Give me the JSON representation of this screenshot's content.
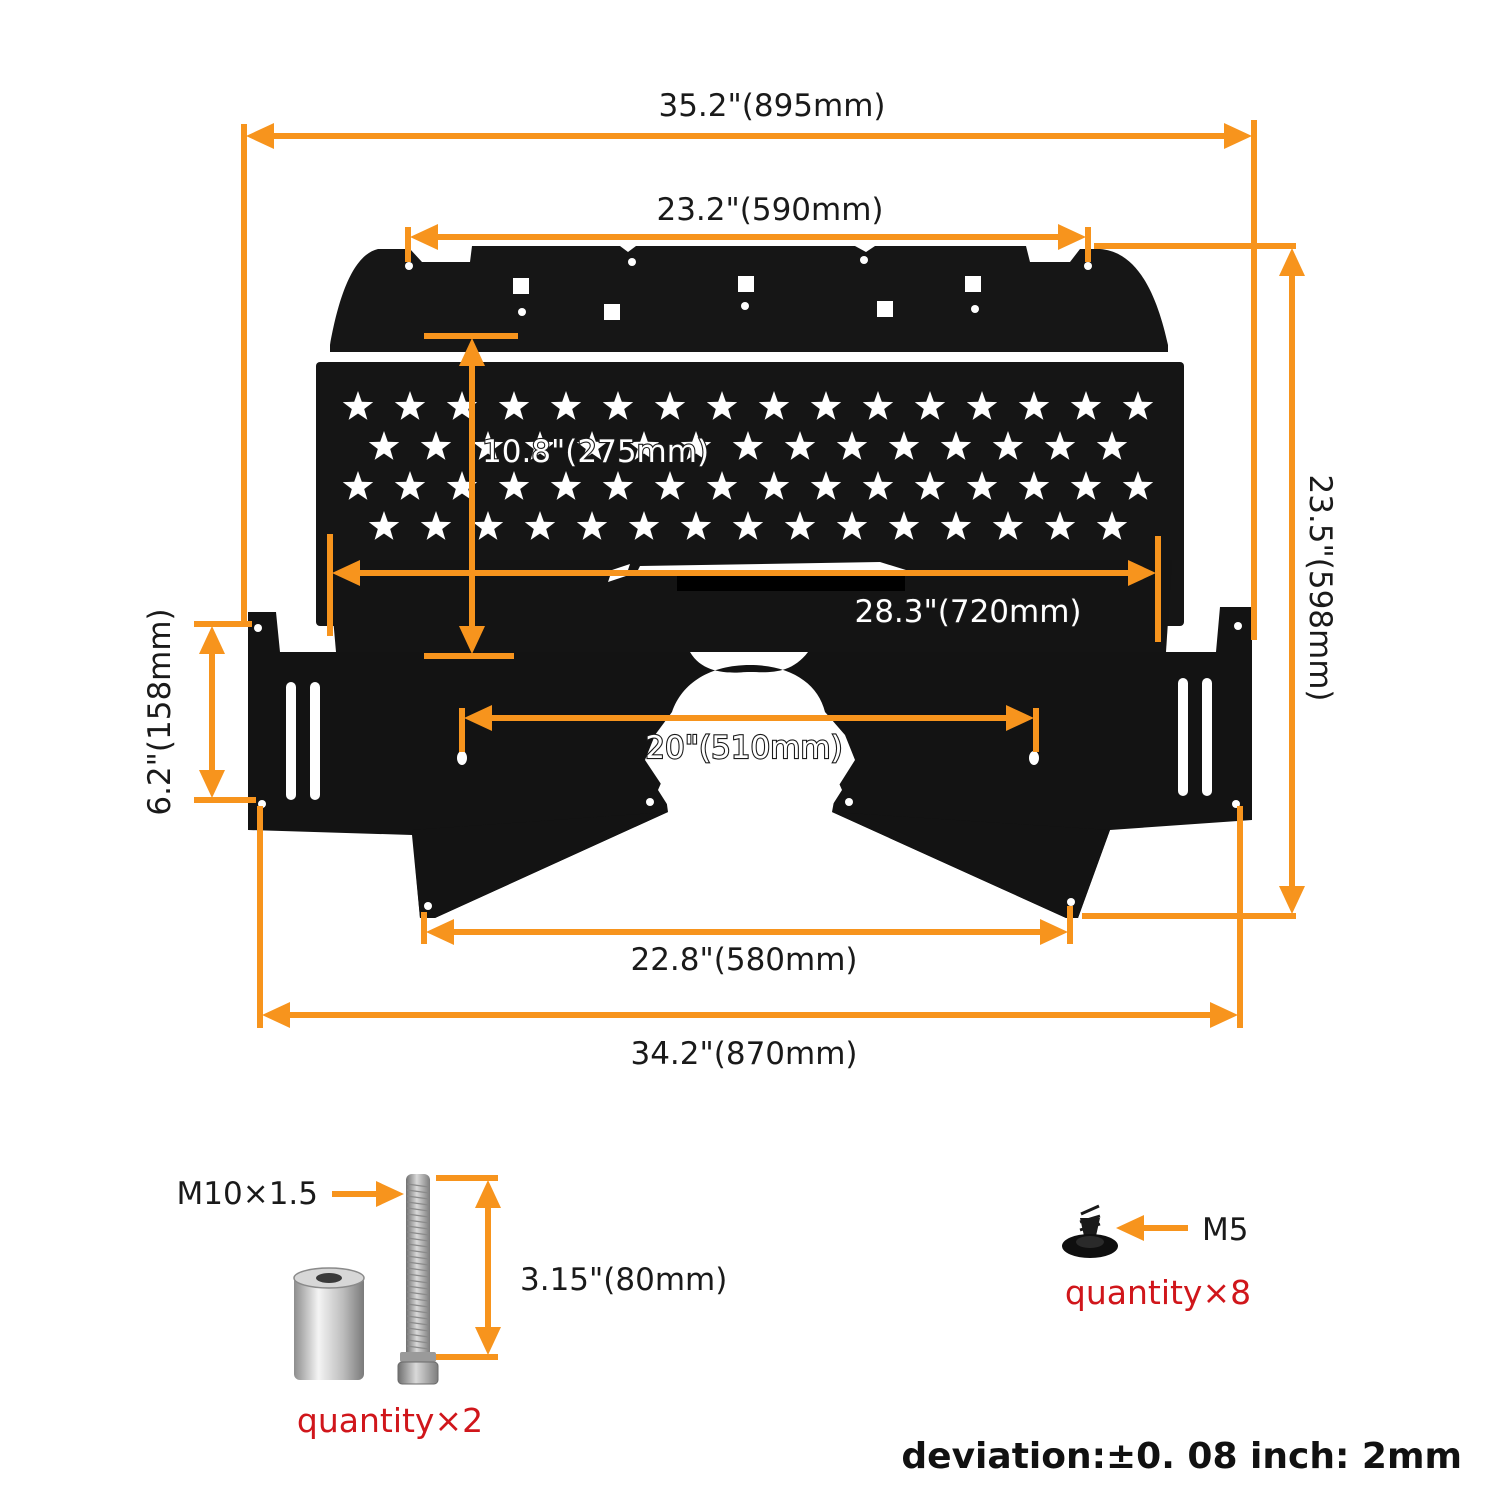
{
  "dimensions": {
    "overall_width_top": "35.2\"(895mm)",
    "top_hole_span": "23.2\"(590mm)",
    "overall_height": "23.5\"(598mm)",
    "star_panel_height": "10.8\"(275mm)",
    "star_panel_width": "28.3\"(720mm)",
    "side_bracket_height": "6.2\"(158mm)",
    "center_hole_span": "20\"(510mm)",
    "bottom_hole_span": "22.8\"(580mm)",
    "overall_width_bottom": "34.2\"(870mm)"
  },
  "hardware": {
    "bolt_thread": "M10×1.5",
    "bolt_length": "3.15\"(80mm)",
    "bolt_quantity": "quantity×2",
    "screw_thread": "M5",
    "screw_quantity": "quantity×8"
  },
  "deviation_note": "deviation:±0. 08 inch: 2mm",
  "colors": {
    "dimension_line": "#f7941d",
    "plate": "#141414",
    "quantity_text": "#d0161b"
  }
}
